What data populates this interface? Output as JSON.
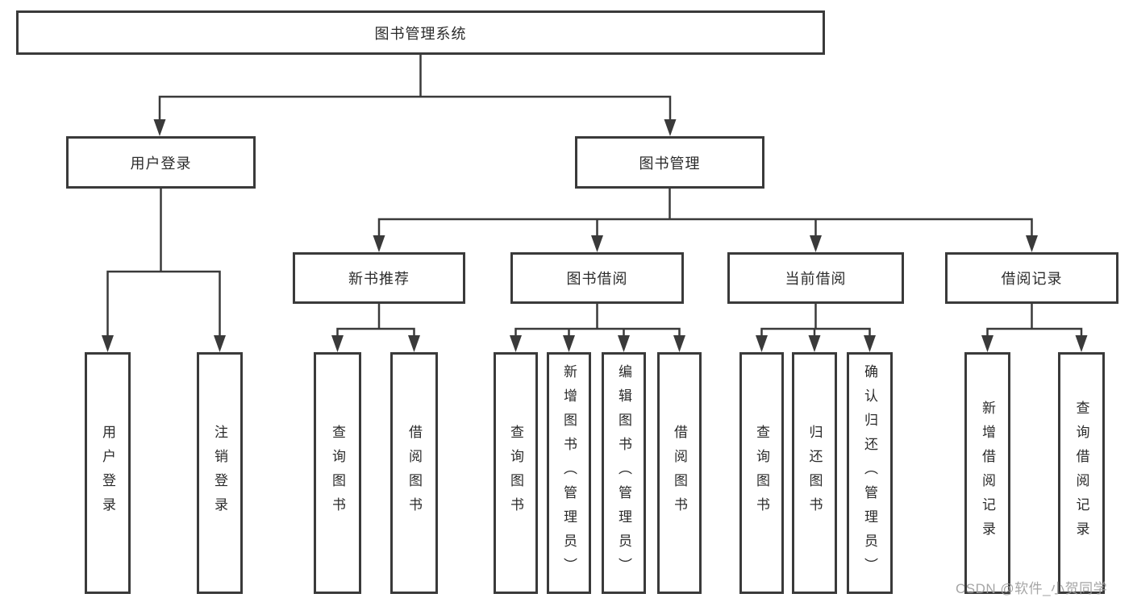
{
  "diagram": {
    "title": "图书管理系统",
    "watermark": "CSDN @软件_小贺同学",
    "colors": {
      "line": "#3a3a3a",
      "text": "#2b2b2b",
      "watermark": "#9e9e9e",
      "background": "#ffffff"
    },
    "nodes": {
      "root": {
        "label": "图书管理系统"
      },
      "level2": [
        {
          "label": "用户登录",
          "parent": "图书管理系统"
        },
        {
          "label": "图书管理",
          "parent": "图书管理系统"
        }
      ],
      "level3": [
        {
          "label": "新书推荐",
          "parent": "图书管理"
        },
        {
          "label": "图书借阅",
          "parent": "图书管理"
        },
        {
          "label": "当前借阅",
          "parent": "图书管理"
        },
        {
          "label": "借阅记录",
          "parent": "图书管理"
        }
      ],
      "leaves": [
        {
          "label": "用户登录",
          "parent": "用户登录"
        },
        {
          "label": "注销登录",
          "parent": "用户登录"
        },
        {
          "label": "查询图书",
          "parent": "新书推荐"
        },
        {
          "label": "借阅图书",
          "parent": "新书推荐"
        },
        {
          "label": "查询图书",
          "parent": "图书借阅"
        },
        {
          "label": "新增图书（管理员）",
          "parent": "图书借阅"
        },
        {
          "label": "编辑图书（管理员）",
          "parent": "图书借阅"
        },
        {
          "label": "借阅图书",
          "parent": "图书借阅"
        },
        {
          "label": "查询图书",
          "parent": "当前借阅"
        },
        {
          "label": "归还图书",
          "parent": "当前借阅"
        },
        {
          "label": "确认归还（管理员）",
          "parent": "当前借阅"
        },
        {
          "label": "新增借阅记录",
          "parent": "借阅记录"
        },
        {
          "label": "查询借阅记录",
          "parent": "借阅记录"
        }
      ]
    }
  }
}
